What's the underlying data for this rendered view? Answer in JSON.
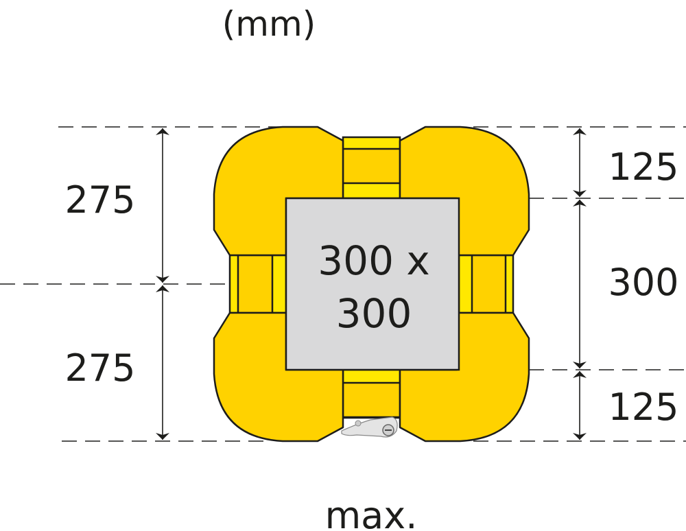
{
  "unit_label": "(mm)",
  "footer_label": "max.",
  "column": {
    "line1": "300 x",
    "line2": "300"
  },
  "left_dimensions": [
    "275",
    "275"
  ],
  "right_dimensions": [
    "125",
    "300",
    "125"
  ],
  "colors": {
    "yellow": "#FFD200",
    "yellow_light": "#FFE800",
    "column_gray": "#D9D9DA",
    "ink": "#1D1D1B"
  }
}
